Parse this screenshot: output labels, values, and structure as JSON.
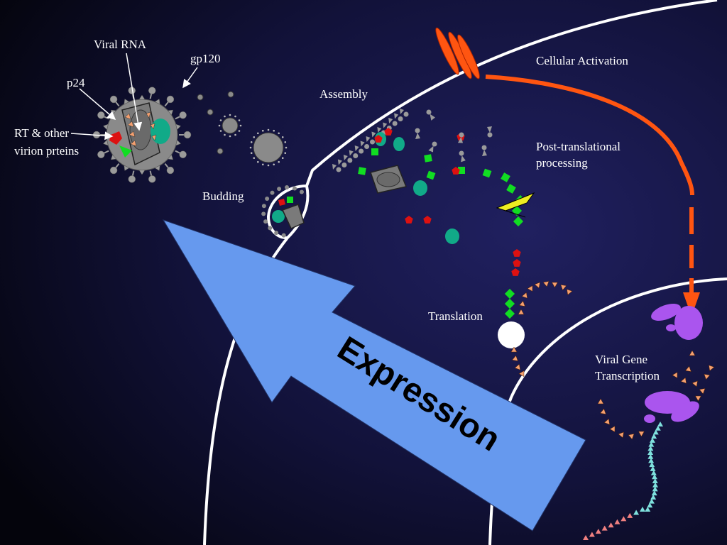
{
  "labels": {
    "viral_rna": "Viral RNA",
    "gp120": "gp120",
    "p24": "p24",
    "rt_line1": "RT & other",
    "rt_line2": "virion prteins",
    "assembly": "Assembly",
    "cellular_activation": "Cellular Activation",
    "post_translational_line1": "Post-translational",
    "post_translational_line2": "processing",
    "budding": "Budding",
    "translation": "Translation",
    "viral_gene_line1": "Viral Gene",
    "viral_gene_line2": "Transcription",
    "expression": "Expression"
  },
  "colors": {
    "background_top": "#1a1a4a",
    "background_bottom": "#05050f",
    "membrane": "#ffffff",
    "expression_arrow": "#6699ee",
    "activation_arrow": "#ff5511",
    "receptor": "#ff5511",
    "virion_gray": "#8a8a8a",
    "spike_gray": "#9a9a9a",
    "teal_protein": "#11aa88",
    "green_protein": "#11dd22",
    "red_protein": "#dd1111",
    "salmon_protein": "#f4a070",
    "purple_enzyme": "#aa55ee",
    "cyan_rna": "#7ee0dd",
    "ribosome": "#ffffff"
  }
}
